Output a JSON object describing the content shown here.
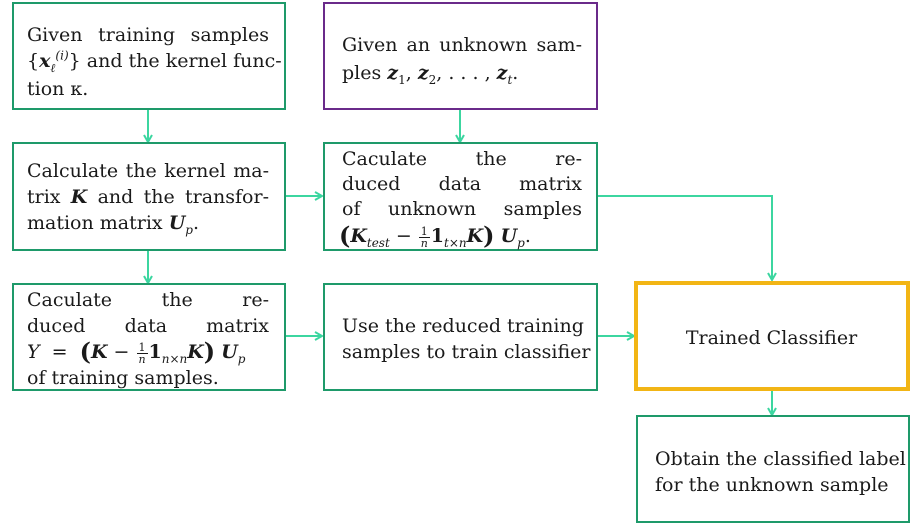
{
  "nodes": {
    "given_training": {
      "line1": "Given training samples",
      "line2_suffix": "and the kernel func-",
      "line3": "tion κ."
    },
    "given_unknown": {
      "line1": "Given an unknown sam-",
      "line2_prefix": "ples"
    },
    "kernel_matrix": {
      "line1": "Calculate the kernel ma-",
      "line2_prefix": "trix",
      "line2_suffix": "and the transfor-",
      "line3_prefix": "mation matrix"
    },
    "reduced_unknown": {
      "w1": "Caculate",
      "w2": "the",
      "w3": "re-",
      "line2": [
        "duced",
        "data",
        "matrix"
      ],
      "line3": [
        "of",
        "unknown",
        "samples"
      ]
    },
    "reduced_training": {
      "w1": "Caculate",
      "w2": "the",
      "w3": "re-",
      "line2": [
        "duced",
        "data",
        "matrix"
      ],
      "line4": "of training samples."
    },
    "train_classifier": {
      "line1": "Use the reduced training",
      "line2": "samples to train classifier"
    },
    "trained_classifier": {
      "label": "Trained Classifier"
    },
    "obtain_label": {
      "line1": "Obtain the classified label",
      "line2": "for the unknown sample"
    }
  },
  "colors": {
    "box_border": "#1e9a6a",
    "unknown_border": "#6a2a8a",
    "classifier_border": "#f2b515",
    "arrow": "#3cd6a0"
  }
}
